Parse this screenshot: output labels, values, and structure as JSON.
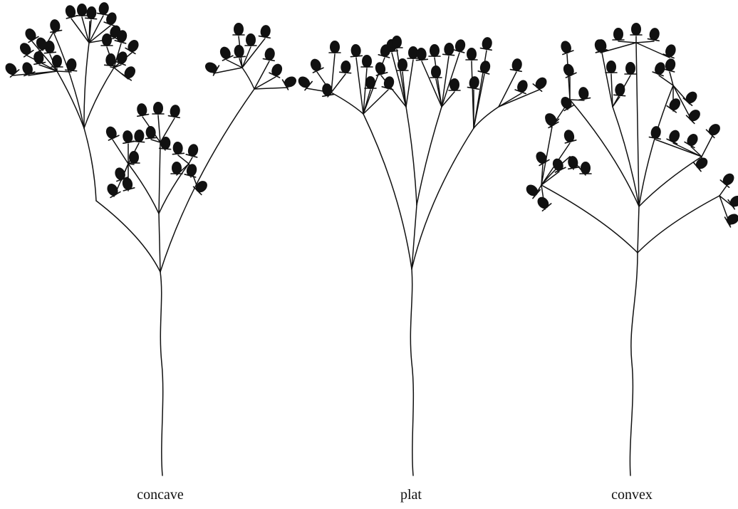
{
  "figure": {
    "plants": [
      {
        "id": "concave",
        "label": "concave"
      },
      {
        "id": "plat",
        "label": "plat"
      },
      {
        "id": "convex",
        "label": "convex"
      }
    ],
    "ink_color": "#111111",
    "background_color": "#ffffff"
  }
}
